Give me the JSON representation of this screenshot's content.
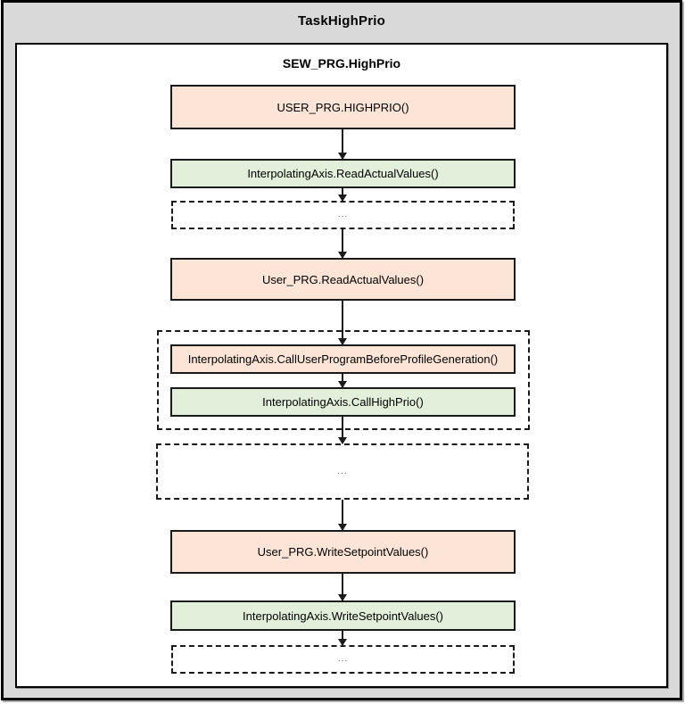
{
  "diagram": {
    "outer_title": "TaskHighPrio",
    "inner_title": "SEW_PRG.HighPrio",
    "nodes": [
      {
        "label": "USER_PRG.HIGHPRIO()",
        "style": "solid",
        "color": "peach"
      },
      {
        "label": "InterpolatingAxis.ReadActualValues()",
        "style": "solid",
        "color": "green"
      },
      {
        "label": "...",
        "style": "dashed"
      },
      {
        "label": "User_PRG.ReadActualValues()",
        "style": "solid",
        "color": "peach"
      },
      {
        "label": "InterpolatingAxis.CallUserProgramBeforeProfileGeneration()",
        "style": "solid",
        "color": "peach",
        "group": "dashed-group"
      },
      {
        "label": "InterpolatingAxis.CallHighPrio()",
        "style": "solid",
        "color": "green",
        "group": "dashed-group"
      },
      {
        "label": "...",
        "style": "dashed"
      },
      {
        "label": "User_PRG.WriteSetpointValues()",
        "style": "solid",
        "color": "peach"
      },
      {
        "label": "InterpolatingAxis.WriteSetpointValues()",
        "style": "solid",
        "color": "green"
      },
      {
        "label": "...",
        "style": "dashed"
      }
    ],
    "colors": {
      "frame_bg": "#d9d9d9",
      "inner_bg": "#ffffff",
      "box_peach": "#fce4d6",
      "box_green": "#e2efda",
      "border": "#1a1a1a",
      "ellipsis_text": "#595959"
    }
  }
}
